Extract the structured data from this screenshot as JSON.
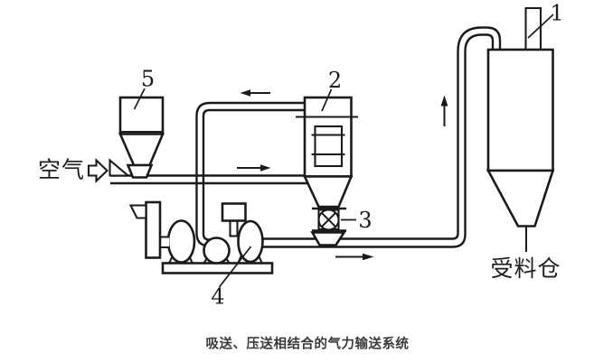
{
  "diagram": {
    "caption": "吸送、压送相结合的气力输送系统",
    "air_inlet_label": "空气",
    "receiving_silo_label": "受料仓",
    "part_labels": {
      "p1": "1",
      "p2": "2",
      "p3": "3",
      "p4": "4",
      "p5": "5"
    },
    "colors": {
      "line": "#1b1b1b",
      "background": "#ffffff",
      "caption_text": "#3a3a3a"
    }
  }
}
